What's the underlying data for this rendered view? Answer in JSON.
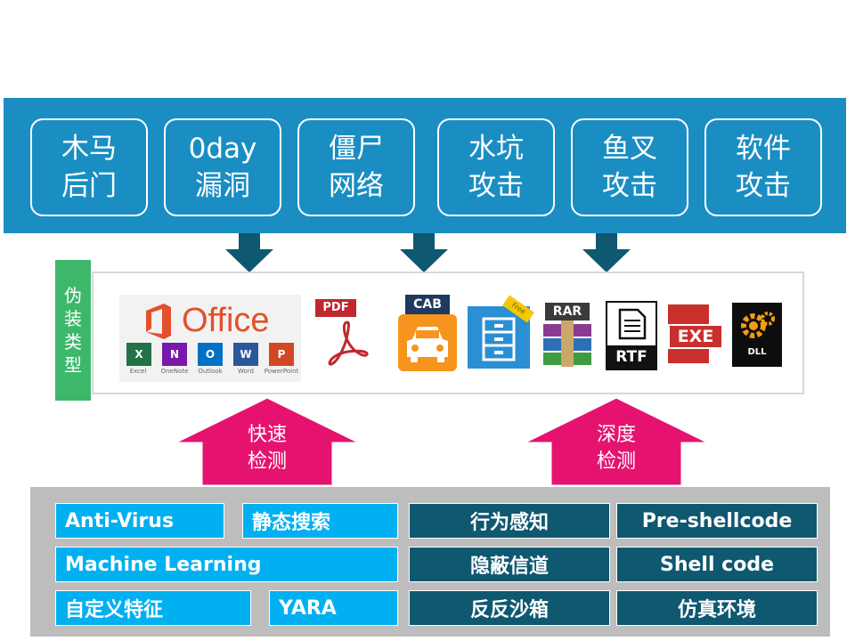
{
  "threats": [
    {
      "line1": "木马",
      "line2": "后门"
    },
    {
      "line1": "0day",
      "line2": "漏洞"
    },
    {
      "line1": "僵尸",
      "line2": "网络"
    },
    {
      "line1": "水坑",
      "line2": "攻击"
    },
    {
      "line1": "鱼叉",
      "line2": "攻击"
    },
    {
      "line1": "软件",
      "line2": "攻击"
    }
  ],
  "disguise": {
    "chars": [
      "伪",
      "装",
      "类",
      "型"
    ]
  },
  "file_types": {
    "office": {
      "title": "Office",
      "apps": [
        "Excel",
        "OneNote",
        "Outlook",
        "Word",
        "PowerPoint"
      ]
    },
    "pdf": "PDF",
    "cab": "CAB",
    "zip_badge": "Free",
    "rar": "RAR",
    "rtf": "RTF",
    "exe": "EXE",
    "dll": "DLL"
  },
  "detection": {
    "fast": {
      "line1": "快速",
      "line2": "检测"
    },
    "deep": {
      "line1": "深度",
      "line2": "检测"
    }
  },
  "methods": {
    "anti_virus": "Anti-Virus",
    "static_search": "静态搜索",
    "machine_learning": "Machine Learning",
    "custom_signature": "自定义特征",
    "yara": "YARA",
    "behavior": "行为感知",
    "covert_channel": "隐蔽信道",
    "anti_sandbox": "反反沙箱",
    "pre_shellcode": "Pre-shellcode",
    "shellcode": "Shell code",
    "emulation": "仿真环境"
  },
  "colors": {
    "band": "#1a8ec2",
    "arrow_dark": "#0e5870",
    "disguise_green": "#3db86b",
    "up_arrow_pink": "#e5136f",
    "chip_light": "#00b0f0",
    "chip_dark": "#0e5870",
    "panel_gray": "#bdbdbd"
  }
}
